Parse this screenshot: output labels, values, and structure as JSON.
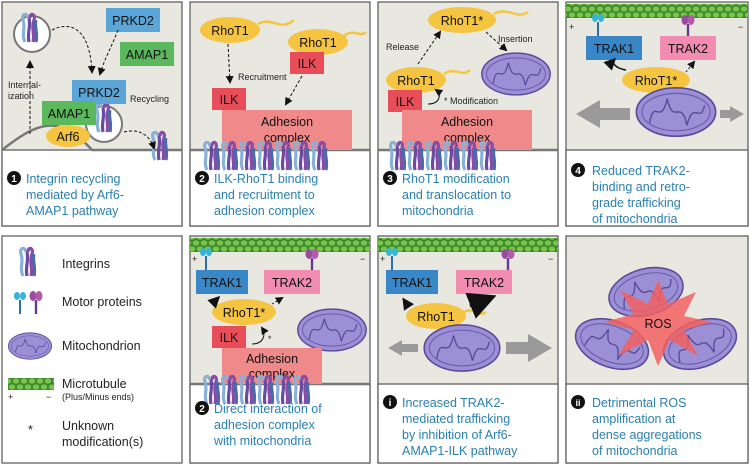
{
  "panels": {
    "p1": {
      "num": "1",
      "cap": [
        "Integrin recycling",
        "mediated by Arf6-",
        "AMAP1 pathway"
      ],
      "prkd2_top": "PRKD2",
      "amap1_top": "AMAP1",
      "prkd2": "PRKD2",
      "amap1": "AMAP1",
      "arf6": "Arf6",
      "internal": [
        "Internal-",
        "ization"
      ],
      "recycling": "Recycling"
    },
    "p2": {
      "num": "2",
      "cap": [
        "ILK-RhoT1 binding",
        "and recruitment to",
        "adhesion complex"
      ],
      "rhot1_a": "RhoT1",
      "rhot1_b": "RhoT1",
      "ilk_a": "ILK",
      "ilk_b": "ILK",
      "recruit": "Recruitment",
      "adhesion": [
        "Adhesion",
        "complex"
      ]
    },
    "p3": {
      "num": "3",
      "cap": [
        "RhoT1 modification",
        "and translocation to",
        "mitochondria"
      ],
      "rhot1_star": "RhoT1*",
      "release": "Release",
      "insertion": "Insertion",
      "rhot1": "RhoT1",
      "ilk": "ILK",
      "modification": "Modification",
      "star": "*",
      "adhesion": [
        "Adhesion",
        "complex"
      ]
    },
    "p4": {
      "num": "4",
      "cap": [
        "Reduced TRAK2-",
        "binding and retro-",
        "grade trafficking",
        "of mitochondria"
      ],
      "trak1": "TRAK1",
      "trak2": "TRAK2",
      "rhot1_star": "RhoT1*",
      "plus": "+",
      "minus": "−"
    },
    "p2b": {
      "num": "2",
      "cap": [
        "Direct interaction of",
        "adhesion complex",
        "with mitochondria"
      ],
      "trak1": "TRAK1",
      "trak2": "TRAK2",
      "rhot1_star": "RhoT1*",
      "ilk": "ILK",
      "star": "*",
      "adhesion": [
        "Adhesion",
        "complex"
      ],
      "plus": "+",
      "minus": "−"
    },
    "pi": {
      "num": "i",
      "cap": [
        "Increased TRAK2-",
        "mediated trafficking",
        "by inhibition of Arf6-",
        "AMAP1-ILK pathway"
      ],
      "trak1": "TRAK1",
      "trak2": "TRAK2",
      "rhot1": "RhoT1",
      "plus": "+",
      "minus": "−"
    },
    "pii": {
      "num": "ii",
      "cap": [
        "Detrimental ROS",
        "amplification at",
        "dense aggregations",
        "of  mitochondria"
      ],
      "ros": "ROS"
    }
  },
  "legend": {
    "integrins": "Integrins",
    "motor": "Motor proteins",
    "mito": "Mitochondrion",
    "micro": "Microtubule",
    "micro_sub": "(Plus/Minus ends)",
    "plus": "+",
    "minus": "−",
    "star": "*",
    "unknown": [
      "Unknown",
      "modification(s)"
    ]
  },
  "colors": {
    "prkd2": "#5aa6d8",
    "amap1": "#5cb85c",
    "arf6": "#f5c542",
    "rhot1": "#f5c542",
    "ilk": "#e84e5a",
    "adhesion": "#f08a8a",
    "trak1": "#3a87c8",
    "trak2": "#f28cb0",
    "mito": "#9b8fd6",
    "caption": "#2a7fb0",
    "microtubule": "#6cb33f"
  }
}
